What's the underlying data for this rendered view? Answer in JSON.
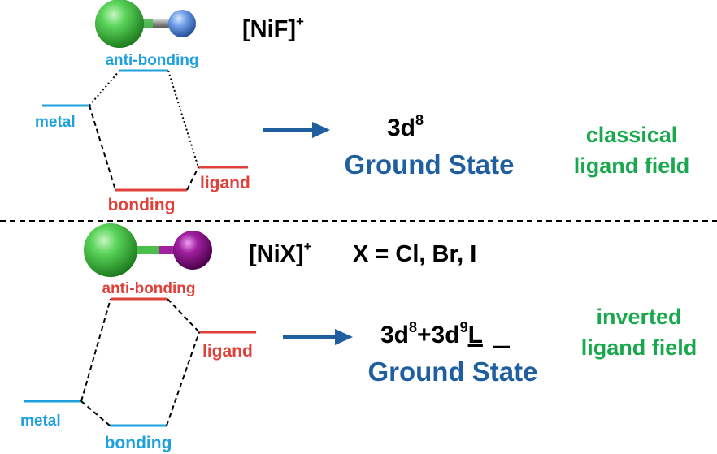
{
  "colors": {
    "metal_level": "#1ea0dc",
    "ligand_level": "#e0403a",
    "arrow": "#1f5fa0",
    "ground_state_text": "#1f5fa0",
    "field_text": "#1aa84f",
    "black_text": "#000000",
    "ni_atom": "#3cc43c",
    "f_atom": "#4a88d8",
    "x_atom": "#9b189b"
  },
  "top": {
    "formula": "[NiF]",
    "formula_charge": "+",
    "antibonding_label": "anti-bonding",
    "metal_label": "metal",
    "ligand_label": "ligand",
    "bonding_label": "bonding",
    "config_base": "3d",
    "config_exp": "8",
    "ground_state": "Ground State",
    "field_line1": "classical",
    "field_line2": "ligand field"
  },
  "bottom": {
    "formula": "[NiX]",
    "formula_charge": "+",
    "halide_text": "X = Cl, Br, I",
    "antibonding_label": "anti-bonding",
    "metal_label": "metal",
    "ligand_label": "ligand",
    "bonding_label": "bonding",
    "config_part1": "3d",
    "config_exp1": "8",
    "config_part2": "+3d",
    "config_exp2": "9",
    "config_part3": "L",
    "ground_state": "Ground State",
    "field_line1": "inverted",
    "field_line2": "ligand field"
  }
}
